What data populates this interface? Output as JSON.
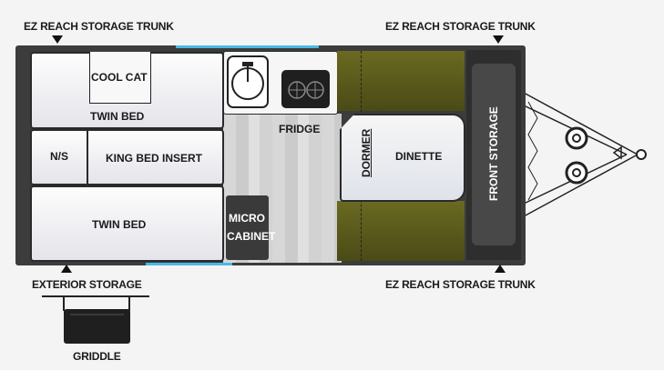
{
  "labels": {
    "storage_top_left": "EZ REACH STORAGE TRUNK",
    "storage_top_right": "EZ REACH STORAGE TRUNK",
    "storage_bottom_right": "EZ REACH STORAGE TRUNK",
    "exterior_storage": "EXTERIOR  STORAGE",
    "griddle": "GRIDDLE"
  },
  "rooms": {
    "cool_cat": "COOL CAT",
    "twin_bed_top": "TWIN BED",
    "ns": "N/S",
    "king_bed_insert": "KING BED INSERT",
    "twin_bed_bottom": "TWIN BED",
    "fridge": "FRIDGE",
    "micro_cabinet_1": "MICRO",
    "micro_cabinet_2": "CABINET",
    "dormer": "DORMER",
    "dinette": "DINETTE",
    "front_storage": "FRONT STORAGE"
  },
  "colors": {
    "accent_blue": "#49b9e4",
    "olive": "#5a5a1c",
    "wall": "#3c3c3c"
  }
}
